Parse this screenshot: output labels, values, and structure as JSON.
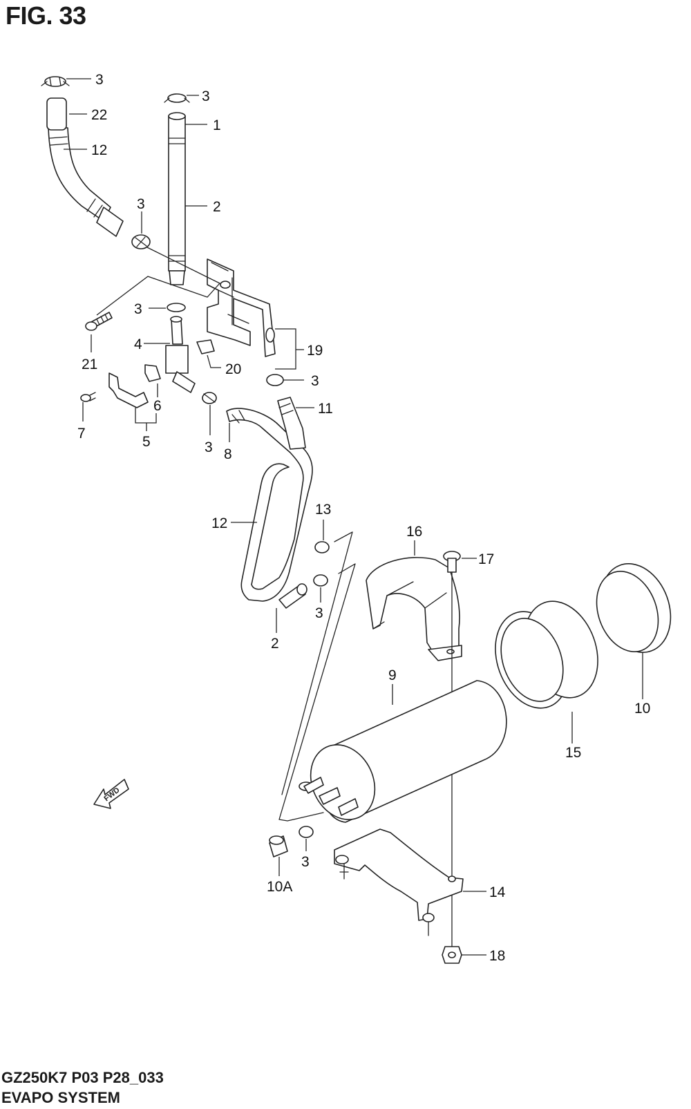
{
  "figure": {
    "title": "FIG. 33"
  },
  "footer": {
    "model_code": "GZ250K7 P03 P28_033",
    "section_name": "EVAPO SYSTEM"
  },
  "direction_indicator": {
    "label": "FWD"
  },
  "callouts": {
    "c3a": "3",
    "c22": "22",
    "c12a": "12",
    "c3b": "3",
    "c1": "1",
    "c2a": "2",
    "c3c": "3",
    "c3d": "3",
    "c4": "4",
    "c21": "21",
    "c19": "19",
    "c20": "20",
    "c3e": "3",
    "c11": "11",
    "c7": "7",
    "c6": "6",
    "c5": "5",
    "c3f": "3",
    "c8": "8",
    "c12b": "12",
    "c13": "13",
    "c3g": "3",
    "c2b": "2",
    "c16": "16",
    "c17": "17",
    "c9": "9",
    "c10": "10",
    "c15": "15",
    "c3h": "3",
    "c10a": "10A",
    "c14": "14",
    "c18": "18"
  }
}
